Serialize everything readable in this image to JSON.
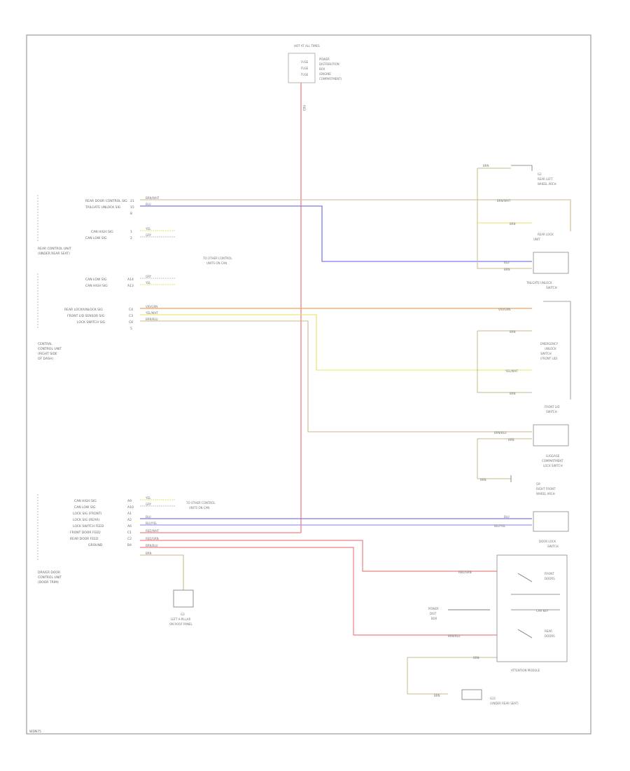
{
  "footer": {
    "code": "WDN75"
  },
  "wire_colors": {
    "red": "#f08080",
    "blue": "#7a7aee",
    "orange": "#f5a05a",
    "yellow": "#e8e060",
    "tan": "#c8b98a",
    "pink": "#f0a0a0",
    "brown": "#b08a60"
  },
  "top_component": {
    "header": "HOT AT ALL TIMES",
    "lines": [
      "FUSE",
      "FUSE",
      "FUSE"
    ],
    "side_label": [
      "POWER",
      "DISTRIBUTION",
      "BOX",
      "(ENGINE",
      "COMPARTMENT)"
    ],
    "wire_code": "RED"
  },
  "left_groups": [
    {
      "rows": [
        {
          "name": "REAR DOOR CONTROL SIG",
          "pin": "21",
          "wire": "BRN/WHT"
        },
        {
          "name": "TAILGATE UNLOCK SIG",
          "pin": "15",
          "wire": "BLU"
        },
        {
          "name": "",
          "pin": "8",
          "wire": ""
        }
      ],
      "rows2": [
        {
          "name": "CAN HIGH SIG",
          "pin": "1",
          "wire": "YEL"
        },
        {
          "name": "CAN LOW SIG",
          "pin": "2",
          "wire": "GRY"
        }
      ],
      "label": [
        "REAR CONTROL UNIT",
        "(UNDER REAR SEAT)"
      ],
      "side_label": [
        "TO OTHER CONTROL",
        "UNITS ON CAN"
      ]
    },
    {
      "rows": [
        {
          "name": "CAN LOW SIG",
          "pin": "A14",
          "wire": "GRY"
        },
        {
          "name": "CAN HIGH SIG",
          "pin": "A13",
          "wire": "YEL"
        }
      ],
      "rows2": [
        {
          "name": "REAR LOCK/UNLOCK SIG",
          "pin": "C4",
          "wire": "VIO/GRN"
        },
        {
          "name": "FRONT LID SENSOR SIG",
          "pin": "C3",
          "wire": "YEL/WHT"
        },
        {
          "name": "LOCK SWITCH SIG",
          "pin": "C8",
          "wire": "BRN/BLU"
        },
        {
          "name": "",
          "pin": "5",
          "wire": ""
        }
      ],
      "label": [
        "CENTRAL",
        "CONTROL UNIT",
        "(RIGHT SIDE",
        "OF DASH)"
      ]
    },
    {
      "rows": [
        {
          "name": "CAN HIGH SIG",
          "pin": "A9",
          "wire": "YEL"
        },
        {
          "name": "CAN LOW SIG",
          "pin": "A10",
          "wire": "GRY"
        },
        {
          "name": "LOCK SIG (FRONT)",
          "pin": "A1",
          "wire": "BLU"
        },
        {
          "name": "LOCK SIG (REAR)",
          "pin": "A2",
          "wire": "BLU/YEL"
        },
        {
          "name": "LOCK SWITCH FEED",
          "pin": "A6",
          "wire": "RED/WHT"
        },
        {
          "name": "FRONT DOOR FEED",
          "pin": "C1",
          "wire": "RED/GRN"
        },
        {
          "name": "REAR DOOR FEED",
          "pin": "C2",
          "wire": "BRN/BLU"
        },
        {
          "name": "GROUND",
          "pin": "B4",
          "wire": "BRN"
        }
      ],
      "label": [
        "DRIVER DOOR",
        "CONTROL UNIT",
        "(DOOR TRIM)"
      ],
      "side_label": [
        "TO OTHER CONTROL",
        "UNITS ON CAN"
      ]
    }
  ],
  "ground_bottom": {
    "label": [
      "G3",
      "LEFT A-PILLAR",
      "ON ROOF PANEL"
    ]
  },
  "right_components": [
    {
      "label": [
        "G2",
        "REAR LEFT",
        "WHEEL ARCH"
      ],
      "wire": "BRN"
    },
    {
      "label": [
        "REAR LOCK",
        "UNIT"
      ],
      "wires": [
        "BRN/WHT",
        "BRN"
      ]
    },
    {
      "label": [
        "TAILGATE UNLOCK",
        "SWITCH"
      ],
      "wires": [
        "BLU",
        "BRN"
      ]
    },
    {
      "label": [
        "FRONT LID",
        "SWITCH"
      ],
      "wires": [
        "VIO/GRN",
        "BRN",
        "YEL/WHT",
        "BRN"
      ],
      "inner": [
        "EMERGENCY",
        "UNLOCK",
        "SWITCH",
        "(FRONT LID)"
      ]
    },
    {
      "label": [
        "LUGGAGE",
        "COMPARTMENT",
        "LOCK SWITCH"
      ],
      "wires": [
        "BRN/BLU",
        "BRN"
      ]
    },
    {
      "label": [
        "G9",
        "RIGHT FRONT",
        "WHEEL ARCH"
      ],
      "wire": "BRN"
    },
    {
      "label": [
        "DOOR LOCK",
        "SWITCH"
      ],
      "wires": [
        "BLU",
        "BLU/YEL"
      ]
    },
    {
      "label": [
        "ATTENTION MODULE"
      ],
      "wires": [
        "RED/GRN",
        "BRN/BLU",
        "BRN"
      ],
      "inner": [
        "FRONT",
        "DOORS",
        "CAR KEY",
        "REAR",
        "DOORS"
      ],
      "side": [
        "POWER",
        "DIST",
        "BOX"
      ]
    },
    {
      "label": [
        "G21",
        "(UNDER REAR SEAT)"
      ],
      "wire": "BRN"
    }
  ]
}
